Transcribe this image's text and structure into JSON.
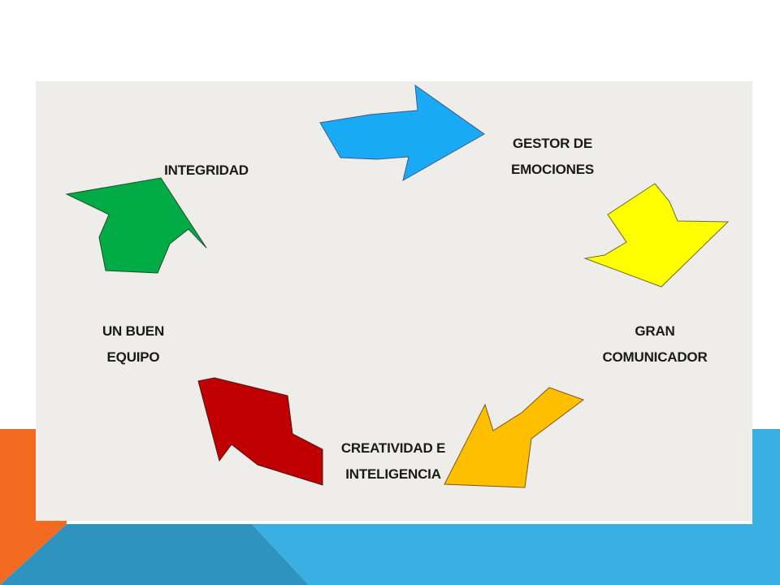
{
  "colors": {
    "background": "#ffffff",
    "panel": "#efede9",
    "accent_orange": "#f26b21",
    "accent_blue_light": "#3ab0e2",
    "accent_blue_dark": "#2f93bf",
    "arrow_blue": "#1aaaf5",
    "arrow_yellow": "#ffff00",
    "arrow_orange": "#ffbf00",
    "arrow_red": "#c00000",
    "arrow_green": "#00aa44"
  },
  "diagram": {
    "steps": [
      {
        "key": "integridad",
        "lines": [
          "INTEGRIDAD"
        ]
      },
      {
        "key": "gestor",
        "lines": [
          "GESTOR DE",
          "EMOCIONES"
        ]
      },
      {
        "key": "comunicador",
        "lines": [
          "GRAN",
          "COMUNICADOR"
        ]
      },
      {
        "key": "creatividad",
        "lines": [
          "CREATIVIDAD E",
          "INTELIGENCIA"
        ]
      },
      {
        "key": "equipo",
        "lines": [
          "UN BUEN",
          "EQUIPO"
        ]
      }
    ],
    "arrows": [
      {
        "name": "blue",
        "color": "#1aaaf5"
      },
      {
        "name": "yellow",
        "color": "#ffff00"
      },
      {
        "name": "orange",
        "color": "#ffbf00"
      },
      {
        "name": "red",
        "color": "#c00000"
      },
      {
        "name": "green",
        "color": "#00aa44"
      }
    ]
  }
}
